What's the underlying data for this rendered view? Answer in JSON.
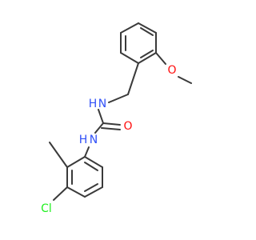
{
  "molecule": {
    "atoms": {
      "methoxy_o": {
        "label": "O",
        "color": "#ff0d0d"
      },
      "amine_n_upper": {
        "label": "N",
        "color": "#3050f8",
        "hydrogen": "H"
      },
      "amine_n_lower": {
        "label": "N",
        "color": "#3050f8",
        "hydrogen": "H"
      },
      "carbonyl_o": {
        "label": "O",
        "color": "#ff0d0d"
      },
      "chlorine": {
        "label": "Cl",
        "color": "#1ff01f"
      }
    },
    "bond_color": "#3a3a3a"
  }
}
